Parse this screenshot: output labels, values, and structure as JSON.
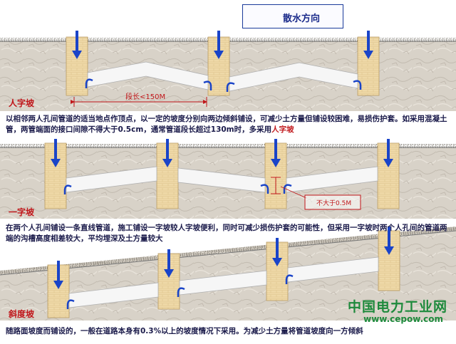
{
  "legend": {
    "label": "散水方向"
  },
  "panels": [
    {
      "label": "人字坡",
      "dimension": "段长<150M",
      "description_main": "以相邻两人孔间管道的适当地点作顶点，以一定的坡度分别向两边倾斜铺设，可减少土方量但铺设较困难，易损伤护套。如采用混凝土管，两管端面的接口间隙不得大于0.5cm，通常管道段长超过130m时，多采用",
      "description_accent": "人字坡"
    },
    {
      "label": "一字坡",
      "note": "不大于0.5M",
      "description_main": "在两个人孔间铺设一条直线管道，施工铺设一字坡较人字坡便利，同时可减少损伤护套的可能性，但采用一字坡时两个人孔间的管道两端的沟槽高度相差较大，平均埋深及土方量较大",
      "description_accent": ""
    },
    {
      "label": "斜度坡",
      "description_main": "随路面坡度而铺设的，一般在道路本身有0.3%以上的坡度情况下采用。为减少土方量将管道坡度向一方倾斜",
      "description_accent": ""
    }
  ],
  "watermark": {
    "name": "中国电力工业网",
    "url": "www.cepow.com"
  }
}
